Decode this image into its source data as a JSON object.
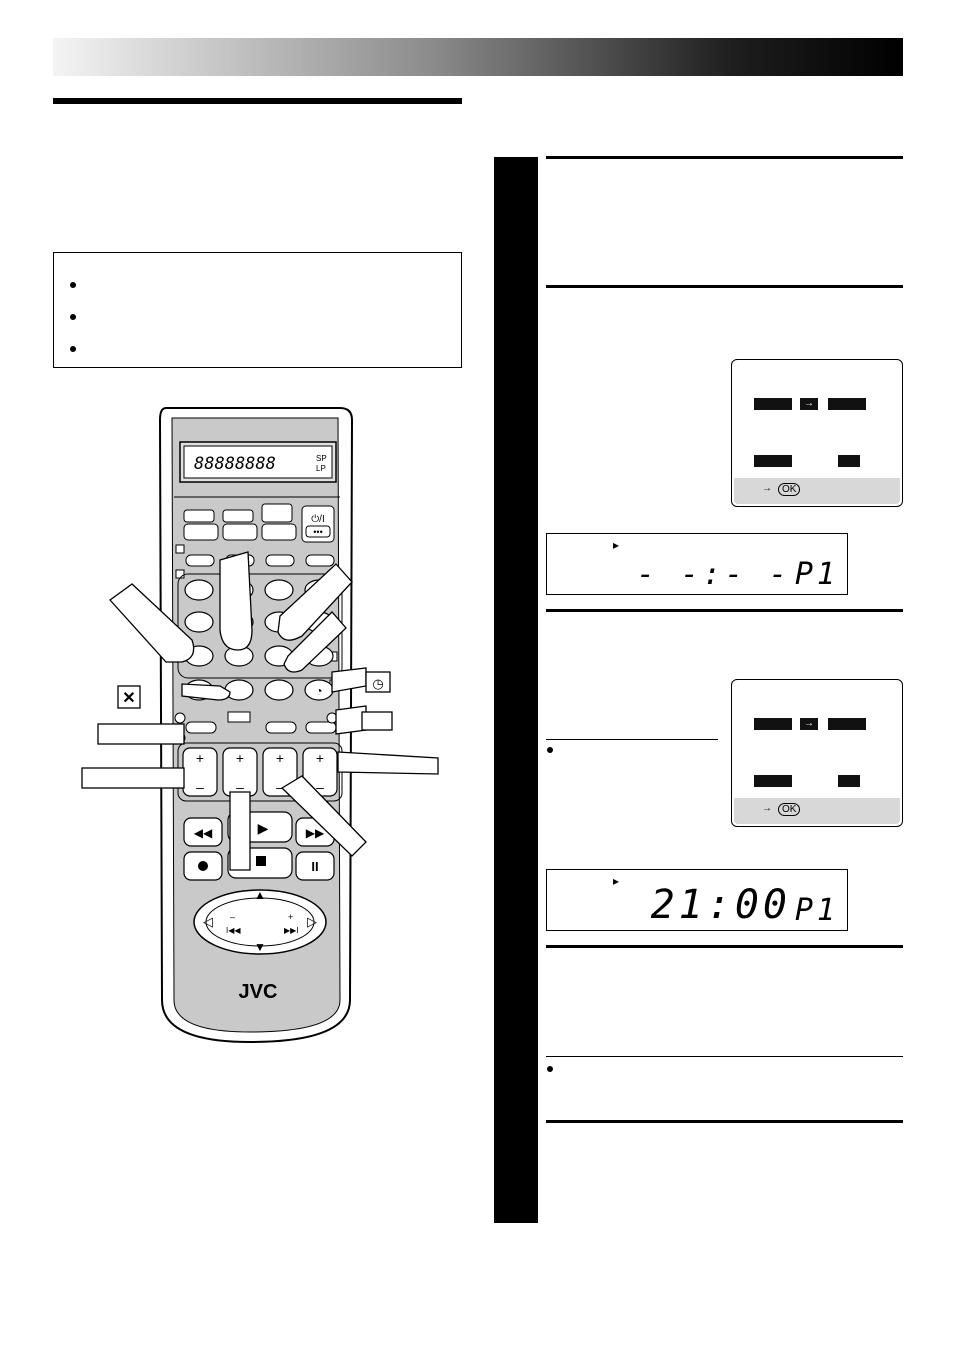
{
  "remote": {
    "display_segments": "88888888",
    "display_sp_lp": "SP\nLP",
    "brand": "JVC"
  },
  "screens": {
    "footer_arrow": "→",
    "footer_ok": "OK"
  },
  "lcd1": {
    "marker": "▸",
    "time": "- -:- -",
    "program": "P1"
  },
  "lcd2": {
    "marker": "▸",
    "time": "21:00",
    "program": "P1"
  }
}
